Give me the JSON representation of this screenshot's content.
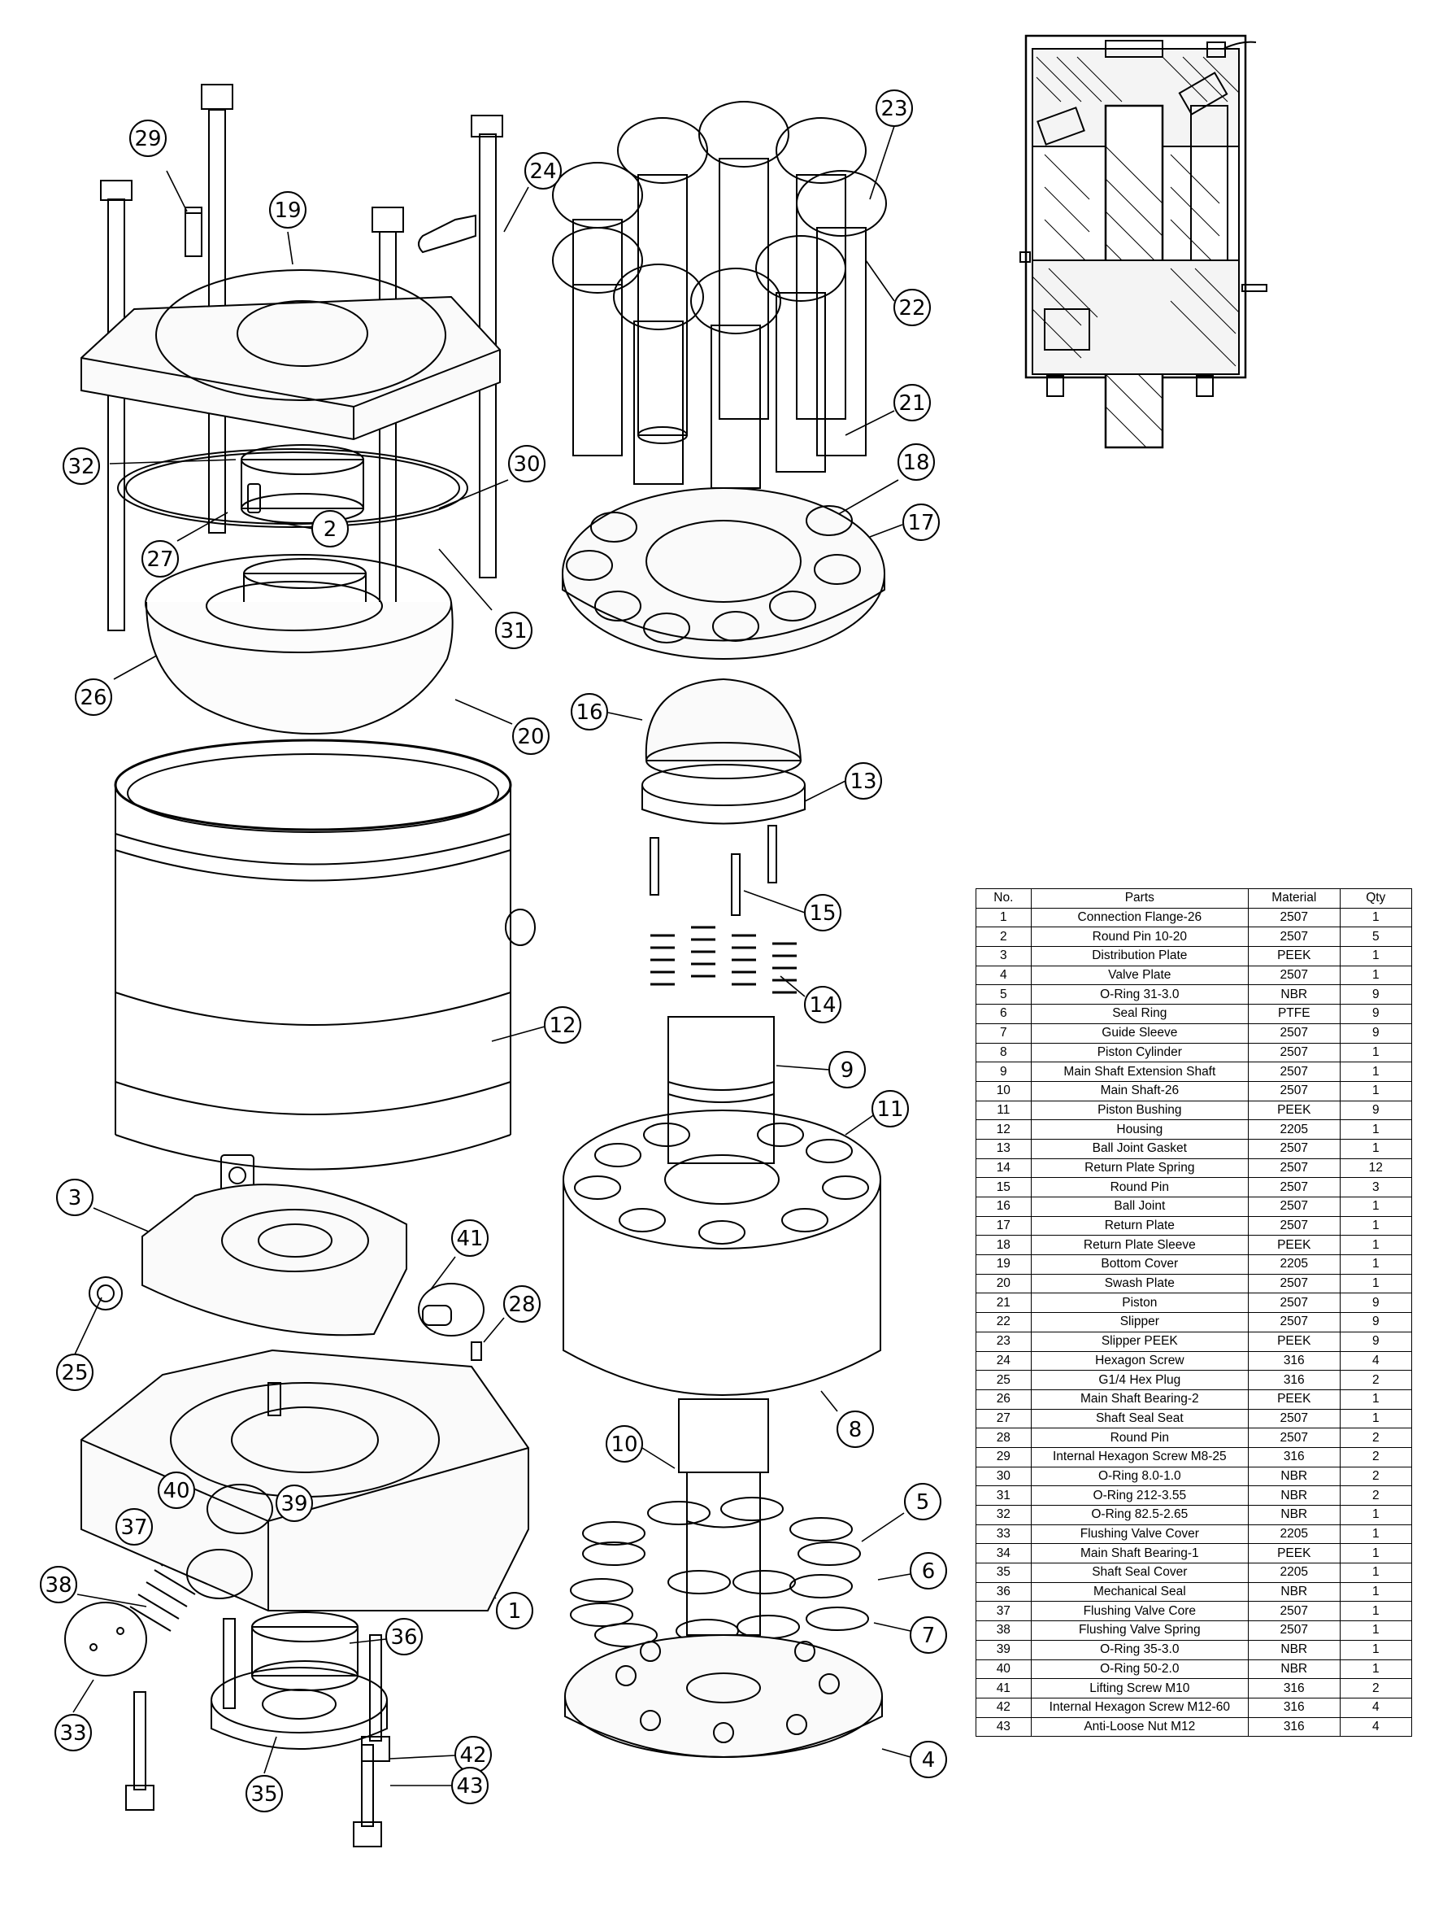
{
  "callouts": {
    "c1": "1",
    "c2": "2",
    "c3": "3",
    "c4": "4",
    "c5": "5",
    "c6": "6",
    "c7": "7",
    "c8": "8",
    "c9": "9",
    "c10": "10",
    "c11": "11",
    "c12": "12",
    "c13": "13",
    "c14": "14",
    "c15": "15",
    "c16": "16",
    "c17": "17",
    "c18": "18",
    "c19": "19",
    "c20": "20",
    "c21": "21",
    "c22": "22",
    "c23": "23",
    "c24": "24",
    "c25": "25",
    "c26": "26",
    "c27": "27",
    "c28": "28",
    "c29": "29",
    "c30": "30",
    "c31": "31",
    "c32": "32",
    "c33": "33",
    "c35": "35",
    "c36": "36",
    "c37": "37",
    "c38": "38",
    "c39": "39",
    "c40": "40",
    "c41": "41",
    "c42": "42",
    "c43": "43"
  },
  "bom": {
    "headers": {
      "no": "No.",
      "part": "Parts",
      "material": "Material",
      "qty": "Qty"
    },
    "rows": [
      {
        "no": "1",
        "part": "Connection Flange-26",
        "material": "2507",
        "qty": "1"
      },
      {
        "no": "2",
        "part": "Round Pin 10-20",
        "material": "2507",
        "qty": "5"
      },
      {
        "no": "3",
        "part": "Distribution Plate",
        "material": "PEEK",
        "qty": "1"
      },
      {
        "no": "4",
        "part": "Valve Plate",
        "material": "2507",
        "qty": "1"
      },
      {
        "no": "5",
        "part": "O-Ring 31-3.0",
        "material": "NBR",
        "qty": "9"
      },
      {
        "no": "6",
        "part": "Seal Ring",
        "material": "PTFE",
        "qty": "9"
      },
      {
        "no": "7",
        "part": "Guide Sleeve",
        "material": "2507",
        "qty": "9"
      },
      {
        "no": "8",
        "part": "Piston Cylinder",
        "material": "2507",
        "qty": "1"
      },
      {
        "no": "9",
        "part": "Main Shaft Extension Shaft",
        "material": "2507",
        "qty": "1"
      },
      {
        "no": "10",
        "part": "Main Shaft-26",
        "material": "2507",
        "qty": "1"
      },
      {
        "no": "11",
        "part": "Piston Bushing",
        "material": "PEEK",
        "qty": "9"
      },
      {
        "no": "12",
        "part": "Housing",
        "material": "2205",
        "qty": "1"
      },
      {
        "no": "13",
        "part": "Ball Joint Gasket",
        "material": "2507",
        "qty": "1"
      },
      {
        "no": "14",
        "part": "Return Plate Spring",
        "material": "2507",
        "qty": "12"
      },
      {
        "no": "15",
        "part": "Round Pin",
        "material": "2507",
        "qty": "3"
      },
      {
        "no": "16",
        "part": "Ball Joint",
        "material": "2507",
        "qty": "1"
      },
      {
        "no": "17",
        "part": "Return Plate",
        "material": "2507",
        "qty": "1"
      },
      {
        "no": "18",
        "part": "Return Plate Sleeve",
        "material": "PEEK",
        "qty": "1"
      },
      {
        "no": "19",
        "part": "Bottom Cover",
        "material": "2205",
        "qty": "1"
      },
      {
        "no": "20",
        "part": "Swash Plate",
        "material": "2507",
        "qty": "1"
      },
      {
        "no": "21",
        "part": "Piston",
        "material": "2507",
        "qty": "9"
      },
      {
        "no": "22",
        "part": "Slipper",
        "material": "2507",
        "qty": "9"
      },
      {
        "no": "23",
        "part": "Slipper PEEK",
        "material": "PEEK",
        "qty": "9"
      },
      {
        "no": "24",
        "part": "Hexagon Screw",
        "material": "316",
        "qty": "4"
      },
      {
        "no": "25",
        "part": "G1/4 Hex Plug",
        "material": "316",
        "qty": "2"
      },
      {
        "no": "26",
        "part": "Main Shaft Bearing-2",
        "material": "PEEK",
        "qty": "1"
      },
      {
        "no": "27",
        "part": "Shaft Seal Seat",
        "material": "2507",
        "qty": "1"
      },
      {
        "no": "28",
        "part": "Round Pin",
        "material": "2507",
        "qty": "2"
      },
      {
        "no": "29",
        "part": "Internal Hexagon Screw M8-25",
        "material": "316",
        "qty": "2"
      },
      {
        "no": "30",
        "part": "O-Ring 8.0-1.0",
        "material": "NBR",
        "qty": "2"
      },
      {
        "no": "31",
        "part": "O-Ring 212-3.55",
        "material": "NBR",
        "qty": "2"
      },
      {
        "no": "32",
        "part": "O-Ring 82.5-2.65",
        "material": "NBR",
        "qty": "1"
      },
      {
        "no": "33",
        "part": "Flushing Valve Cover",
        "material": "2205",
        "qty": "1"
      },
      {
        "no": "34",
        "part": "Main Shaft Bearing-1",
        "material": "PEEK",
        "qty": "1"
      },
      {
        "no": "35",
        "part": "Shaft Seal Cover",
        "material": "2205",
        "qty": "1"
      },
      {
        "no": "36",
        "part": "Mechanical Seal",
        "material": "NBR",
        "qty": "1"
      },
      {
        "no": "37",
        "part": "Flushing Valve Core",
        "material": "2507",
        "qty": "1"
      },
      {
        "no": "38",
        "part": "Flushing Valve Spring",
        "material": "2507",
        "qty": "1"
      },
      {
        "no": "39",
        "part": "O-Ring 35-3.0",
        "material": "NBR",
        "qty": "1"
      },
      {
        "no": "40",
        "part": "O-Ring 50-2.0",
        "material": "NBR",
        "qty": "1"
      },
      {
        "no": "41",
        "part": "Lifting Screw M10",
        "material": "316",
        "qty": "2"
      },
      {
        "no": "42",
        "part": "Internal Hexagon Screw M12-60",
        "material": "316",
        "qty": "4"
      },
      {
        "no": "43",
        "part": "Anti-Loose Nut M12",
        "material": "316",
        "qty": "4"
      }
    ]
  }
}
